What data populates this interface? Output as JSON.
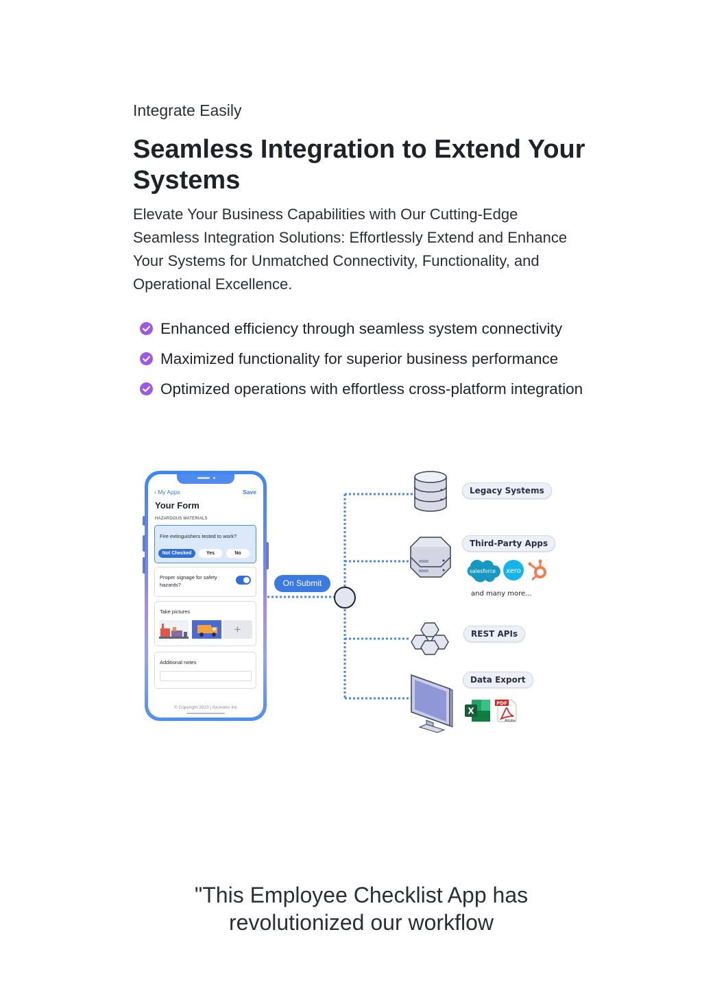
{
  "section": {
    "eyebrow": "Integrate Easily",
    "title": "Seamless Integration to Extend Your Systems",
    "lead": "Elevate Your Business Capabilities with Our Cutting-Edge Seamless Integration Solutions: Effortlessly Extend and Enhance Your Systems for Unmatched Connectivity, Functionality, and Operational Excellence.",
    "features": [
      "Enhanced efficiency through seamless system connectivity",
      "Maximized functionality for superior business performance",
      "Optimized operations with effortless cross-platform integration"
    ]
  },
  "phone": {
    "back": "My Apps",
    "save": "Save",
    "form_title": "Your Form",
    "section_label": "HAZARDOUS MATERIALS",
    "q1": "Fire extinguishers tested to work?",
    "options": [
      "Not Checked",
      "Yes",
      "No"
    ],
    "q2": "Proper signage for safety hazards?",
    "q3": "Take pictures",
    "q4": "Additional notes",
    "add_symbol": "+",
    "copyright": "© Copyright 2023 | Axonator Inc"
  },
  "flow": {
    "submit": "On Submit",
    "targets": [
      "Legacy Systems",
      "Third-Party Apps",
      "REST APIs",
      "Data Export"
    ],
    "more": "and many more...",
    "logos": {
      "salesforce": "salesforce",
      "xero": "xero",
      "pdf": "PDF",
      "adobe": "Adobe",
      "excel": "X"
    }
  },
  "quote": {
    "line1": "\"This Employee Checklist App has",
    "line2": "revolutionized our workflow"
  },
  "colors": {
    "check": "#9b59e5",
    "accent": "#3b7ae0",
    "wire": "#4a86e8"
  }
}
